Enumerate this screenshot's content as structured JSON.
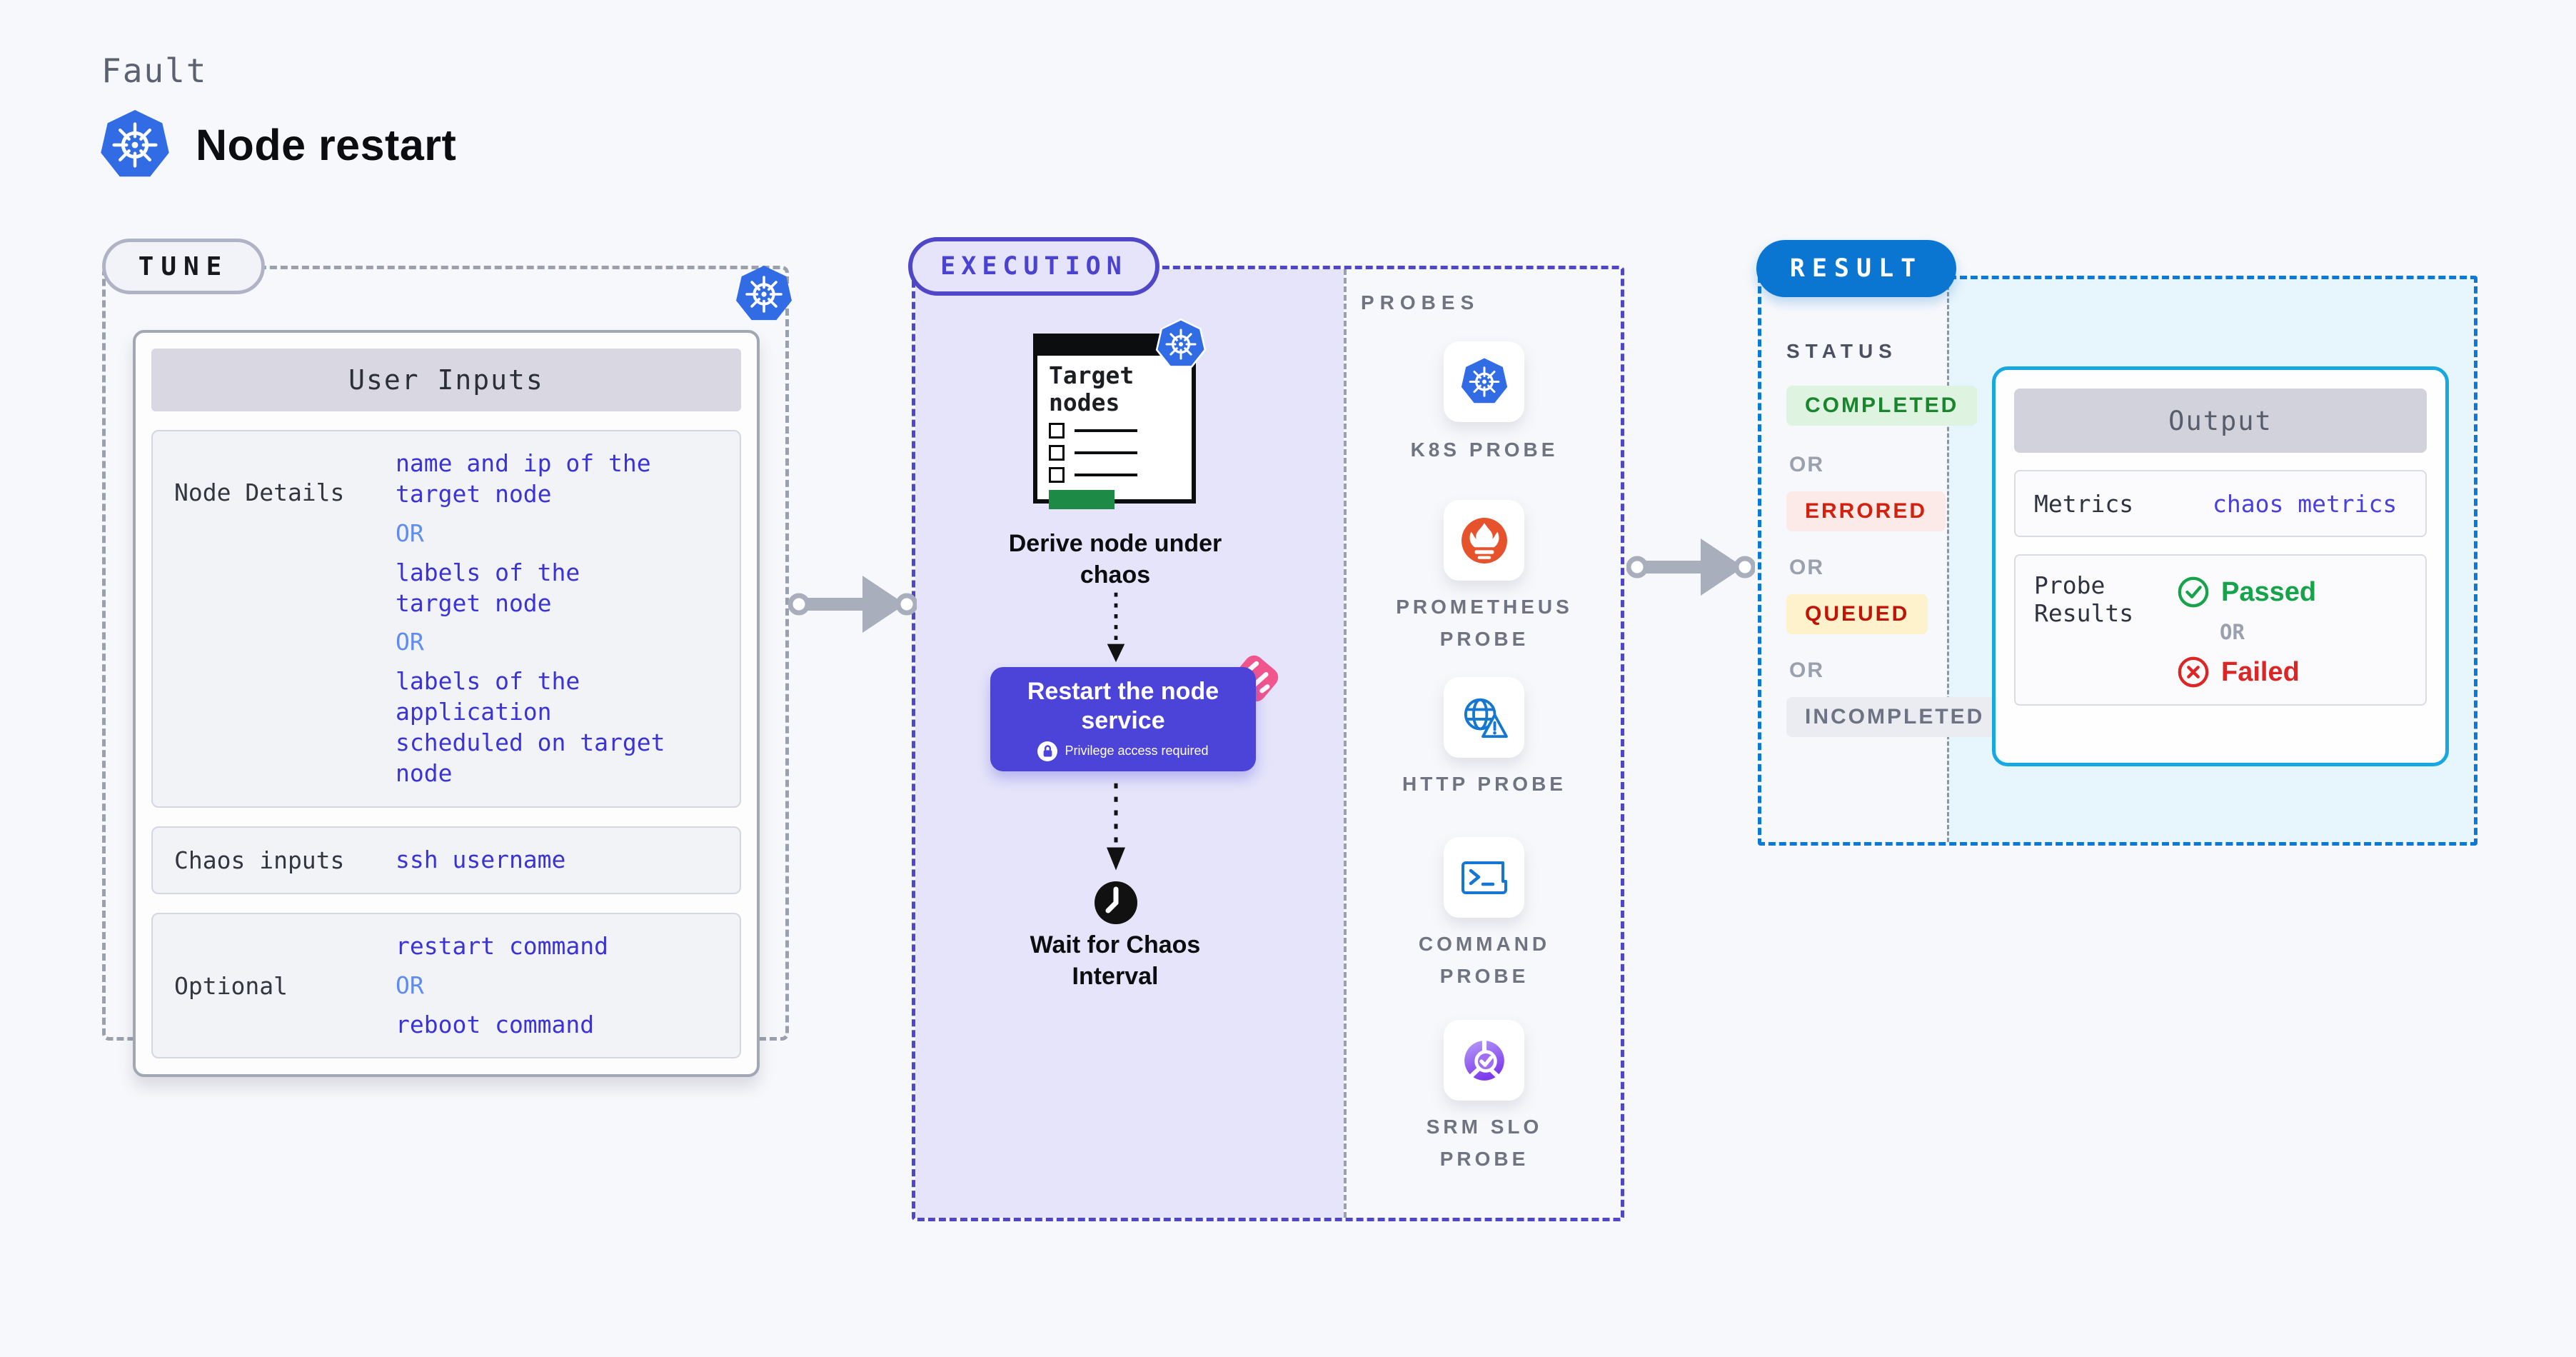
{
  "header": {
    "eyebrow": "Fault",
    "title": "Node restart"
  },
  "tune": {
    "pill": "TUNE",
    "card_title": "User Inputs",
    "rows": [
      {
        "label": "Node Details",
        "segments": [
          {
            "kind": "value",
            "text": "name and ip of the\ntarget node"
          },
          {
            "kind": "or",
            "text": "OR"
          },
          {
            "kind": "value",
            "text": "labels of the\ntarget node"
          },
          {
            "kind": "or",
            "text": "OR"
          },
          {
            "kind": "value",
            "text": "labels of the application\nscheduled on target node"
          }
        ]
      },
      {
        "label": "Chaos inputs",
        "segments": [
          {
            "kind": "value",
            "text": "ssh username"
          }
        ]
      },
      {
        "label": "Optional",
        "segments": [
          {
            "kind": "value",
            "text": "restart command"
          },
          {
            "kind": "or",
            "text": "OR"
          },
          {
            "kind": "value",
            "text": "reboot command"
          }
        ]
      }
    ]
  },
  "execution": {
    "pill": "EXECUTION",
    "doc_title": "Target\nnodes",
    "derive_label": "Derive node under\nchaos",
    "restart": {
      "title": "Restart the node\nservice",
      "privilege": "Privilege access required"
    },
    "wait_label": "Wait for Chaos\nInterval"
  },
  "probes": {
    "heading": "PROBES",
    "items": [
      {
        "icon": "kubernetes-icon",
        "label": "K8S PROBE"
      },
      {
        "icon": "prometheus-icon",
        "label": "PROMETHEUS PROBE"
      },
      {
        "icon": "http-icon",
        "label": "HTTP PROBE"
      },
      {
        "icon": "command-icon",
        "label": "COMMAND PROBE"
      },
      {
        "icon": "srm-slo-icon",
        "label": "SRM SLO PROBE"
      }
    ]
  },
  "result": {
    "pill": "RESULT",
    "status": {
      "heading": "STATUS",
      "or": "OR",
      "items": [
        "COMPLETED",
        "ERRORED",
        "QUEUED",
        "INCOMPLETED"
      ]
    },
    "output": {
      "title": "Output",
      "metrics_label": "Metrics",
      "metrics_value": "chaos metrics",
      "probe_label": "Probe Results",
      "passed": "Passed",
      "or": "OR",
      "failed": "Failed"
    }
  },
  "colors": {
    "background": "#f7f8fb",
    "k8s_blue": "#326ce5",
    "indigo_accent": "#4c43d9",
    "indigo_text": "#3b33d6",
    "or_blue": "#5f8cf0",
    "execution_border": "#4f46c8",
    "execution_fill": "#e5e4fa",
    "result_blue": "#0b76d2",
    "output_border": "#17a8e2",
    "result_fill": "#e7f5fc",
    "completed_green": "#19862e",
    "errored_red": "#d2210f",
    "queued_red": "#c01407",
    "incompleted_gray": "#6d7383",
    "passed_green": "#16a34a",
    "failed_red": "#dc2626",
    "prometheus_orange": "#e6522c",
    "probe_icon_blue": "#1577d2",
    "srm_purple": "#8b5cf6",
    "ribbon_pink": "#f0558d",
    "doc_green": "#1d8a45",
    "arrow_gray": "#a9aebc"
  }
}
